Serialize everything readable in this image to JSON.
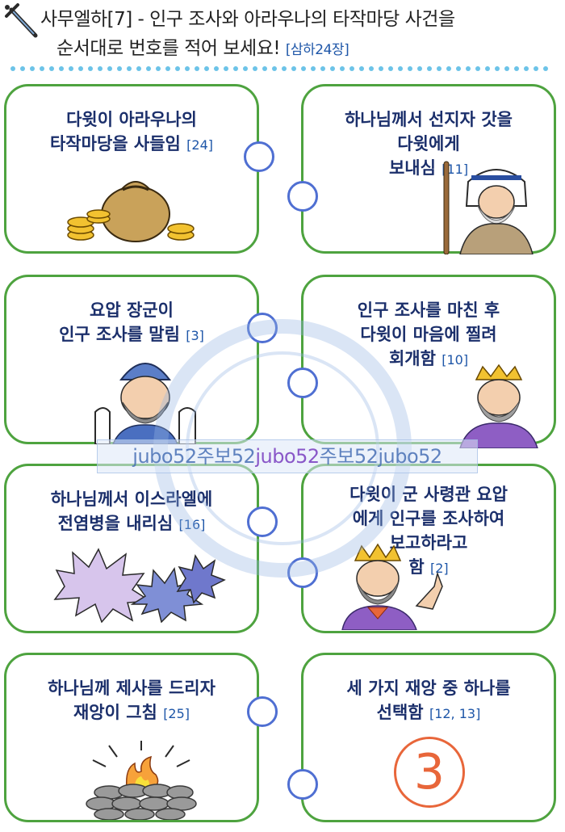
{
  "header": {
    "title_line1": "사무엘하[7] - 인구 조사와 아라우나의 타작마당 사건을",
    "title_line2": "순서대로 번호를 적어 보세요!",
    "title_ref": "[삼하24장]"
  },
  "cards": [
    {
      "text": "다윗이 아라우나의\n타작마당을 사들임",
      "ref": "[24]"
    },
    {
      "text": "하나님께서 선지자 갓을\n다윗에게\n보내심",
      "ref": "[11]"
    },
    {
      "text": "요압 장군이\n인구 조사를 말림",
      "ref": "[3]"
    },
    {
      "text": "인구 조사를 마친 후\n다윗이 마음에 찔려\n회개함",
      "ref": "[10]"
    },
    {
      "text": "하나님께서 이스라엘에\n전염병을 내리심",
      "ref": "[16]"
    },
    {
      "text": "다윗이 군 사령관 요압\n에게 인구를 조사하여\n보고하라고\n함",
      "ref": "[2]"
    },
    {
      "text": "하나님께 제사를 드리자\n재앙이 그침",
      "ref": "[25]"
    },
    {
      "text": "세 가지 재앙 중 하나를\n선택함",
      "ref": "[12, 13]"
    }
  ],
  "answer_number": "3",
  "watermark": {
    "part1": "jubo52주보52",
    "part2": "jubo52",
    "part3": "주보52jubo52"
  },
  "colors": {
    "card_border": "#4ea33f",
    "ring": "#4f6fd2",
    "answer": "#e8663a",
    "text": "#1b2f6b",
    "ref": "#1e56a8"
  }
}
